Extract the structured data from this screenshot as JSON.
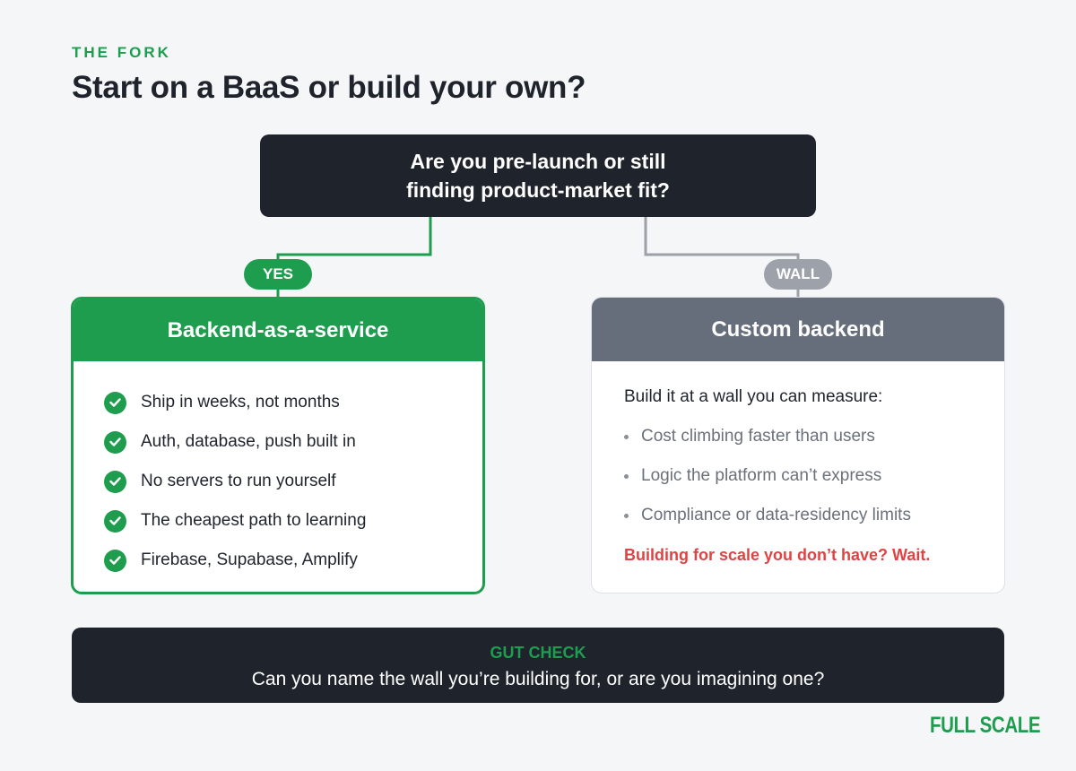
{
  "header": {
    "eyebrow": "THE FORK",
    "title": "Start on a BaaS or build your own?"
  },
  "question": {
    "line1": "Are you pre-launch or still",
    "line2": "finding product-market fit?"
  },
  "branches": {
    "yes_label": "YES",
    "wall_label": "WALL"
  },
  "left_card": {
    "title": "Backend-as-a-service",
    "items": [
      "Ship in weeks, not months",
      "Auth, database, push built in",
      "No servers to run yourself",
      "The cheapest path to learning",
      "Firebase, Supabase, Amplify"
    ]
  },
  "right_card": {
    "title": "Custom backend",
    "intro": "Build it at a wall you can measure:",
    "items": [
      "Cost climbing faster than users",
      "Logic the platform can’t express",
      "Compliance or data-residency limits"
    ],
    "warning": "Building for scale you don’t have? Wait."
  },
  "gut_check": {
    "label": "GUT CHECK",
    "text": "Can you name the wall you’re building for, or are you imagining one?"
  },
  "brand": "FULL SCALE",
  "colors": {
    "green": "#1f9d4f",
    "dark": "#1f242c",
    "slate": "#666d7b",
    "gray_connector": "#9ca1aa",
    "red": "#e04343",
    "background": "#f4f6f8"
  }
}
